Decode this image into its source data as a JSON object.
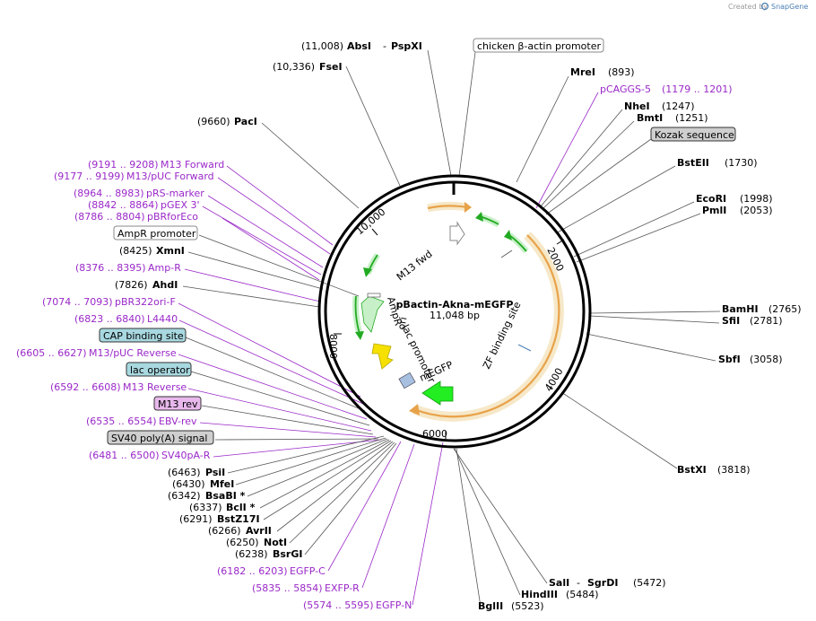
{
  "watermark": {
    "created_by": "Created by",
    "brand": "SnapGene"
  },
  "plasmid": {
    "name": "pBactin-Akna-mEGFP",
    "size": "11,048 bp"
  },
  "ticks": [
    "2000",
    "4000",
    "6000",
    "8000",
    "10,000"
  ],
  "features": {
    "m13_fwd": "M13 fwd",
    "ampr": "AmpR",
    "ori": "ori",
    "lac_promoter": "lac promoter",
    "megfp": "mEGFP",
    "zf": "ZF binding site"
  },
  "sites_left": [
    {
      "pos": "(11,008)",
      "name": "AbsI",
      "extra": "PspXI"
    },
    {
      "pos": "(10,336)",
      "name": "FseI"
    },
    {
      "pos": "(9660)",
      "name": "PacI"
    },
    {
      "pos": "(9191 .. 9208)",
      "name": "M13 Forward",
      "primer": true
    },
    {
      "pos": "(9177 .. 9199)",
      "name": "M13/pUC Forward",
      "primer": true
    },
    {
      "pos": "(8964 .. 8983)",
      "name": "pRS-marker",
      "primer": true
    },
    {
      "pos": "(8842 .. 8864)",
      "name": "pGEX 3'",
      "primer": true
    },
    {
      "pos": "(8786 .. 8804)",
      "name": "pBRforEco",
      "primer": true
    },
    {
      "boxed": "AmpR promoter",
      "style": "white"
    },
    {
      "pos": "(8425)",
      "name": "XmnI"
    },
    {
      "pos": "(8376 .. 8395)",
      "name": "Amp-R",
      "primer": true
    },
    {
      "pos": "(7826)",
      "name": "AhdI"
    },
    {
      "pos": "(7074 .. 7093)",
      "name": "pBR322ori-F",
      "primer": true
    },
    {
      "pos": "(6823 .. 6840)",
      "name": "L4440",
      "primer": true
    },
    {
      "boxed": "CAP binding site",
      "style": "teal"
    },
    {
      "pos": "(6605 .. 6627)",
      "name": "M13/pUC Reverse",
      "primer": true
    },
    {
      "boxed": "lac operator",
      "style": "teal"
    },
    {
      "pos": "(6592 .. 6608)",
      "name": "M13 Reverse",
      "primer": true
    },
    {
      "boxed": "M13 rev",
      "style": "violet"
    },
    {
      "pos": "(6535 .. 6554)",
      "name": "EBV-rev",
      "primer": true
    },
    {
      "boxed": "SV40 poly(A) signal",
      "style": "gray"
    },
    {
      "pos": "(6481 .. 6500)",
      "name": "SV40pA-R",
      "primer": true
    },
    {
      "pos": "(6463)",
      "name": "PsiI"
    },
    {
      "pos": "(6430)",
      "name": "MfeI"
    },
    {
      "pos": "(6342)",
      "name": "BsaBI *"
    },
    {
      "pos": "(6337)",
      "name": "BclI *"
    },
    {
      "pos": "(6291)",
      "name": "BstZ17I"
    },
    {
      "pos": "(6266)",
      "name": "AvrII"
    },
    {
      "pos": "(6250)",
      "name": "NotI"
    },
    {
      "pos": "(6238)",
      "name": "BsrGI"
    },
    {
      "pos": "(6182 .. 6203)",
      "name": "EGFP-C",
      "primer": true
    },
    {
      "pos": "(5835 .. 5854)",
      "name": "EXFP-R",
      "primer": true
    },
    {
      "pos": "(5574 .. 5595)",
      "name": "EGFP-N",
      "primer": true
    }
  ],
  "sites_right": [
    {
      "boxed": "chicken β-actin promoter",
      "style": "white"
    },
    {
      "name": "MreI",
      "pos": "(893)"
    },
    {
      "name": "pCAGGS-5",
      "pos": "(1179 .. 1201)",
      "primer": true
    },
    {
      "name": "NheI",
      "pos": "(1247)"
    },
    {
      "name": "BmtI",
      "pos": "(1251)"
    },
    {
      "boxed": "Kozak sequence",
      "style": "gray"
    },
    {
      "name": "BstEII",
      "pos": "(1730)"
    },
    {
      "name": "EcoRI",
      "pos": "(1998)"
    },
    {
      "name": "PmlI",
      "pos": "(2053)"
    },
    {
      "name": "BamHI",
      "pos": "(2765)"
    },
    {
      "name": "SfiI",
      "pos": "(2781)"
    },
    {
      "name": "SbfI",
      "pos": "(3058)"
    },
    {
      "name": "BstXI",
      "pos": "(3818)"
    },
    {
      "name": "SalI",
      "extra": "SgrDI",
      "pos": "(5472)"
    },
    {
      "name": "HindIII",
      "pos": "(5484)"
    },
    {
      "name": "BglII",
      "pos": "(5523)"
    }
  ],
  "colors": {
    "backbone": "#000000",
    "primer": "#9a28c8",
    "promoter_fill": "#f6e8c8",
    "promoter_stroke": "#e8a24a",
    "green_arrow": "#22cc22",
    "light_green": "#c8f0c8",
    "yellow": "#f5e000",
    "teal_box": "#a8d8e0",
    "violet_box": "#e8b8ec",
    "gray_box": "#cfcfcf",
    "line": "#555555"
  }
}
